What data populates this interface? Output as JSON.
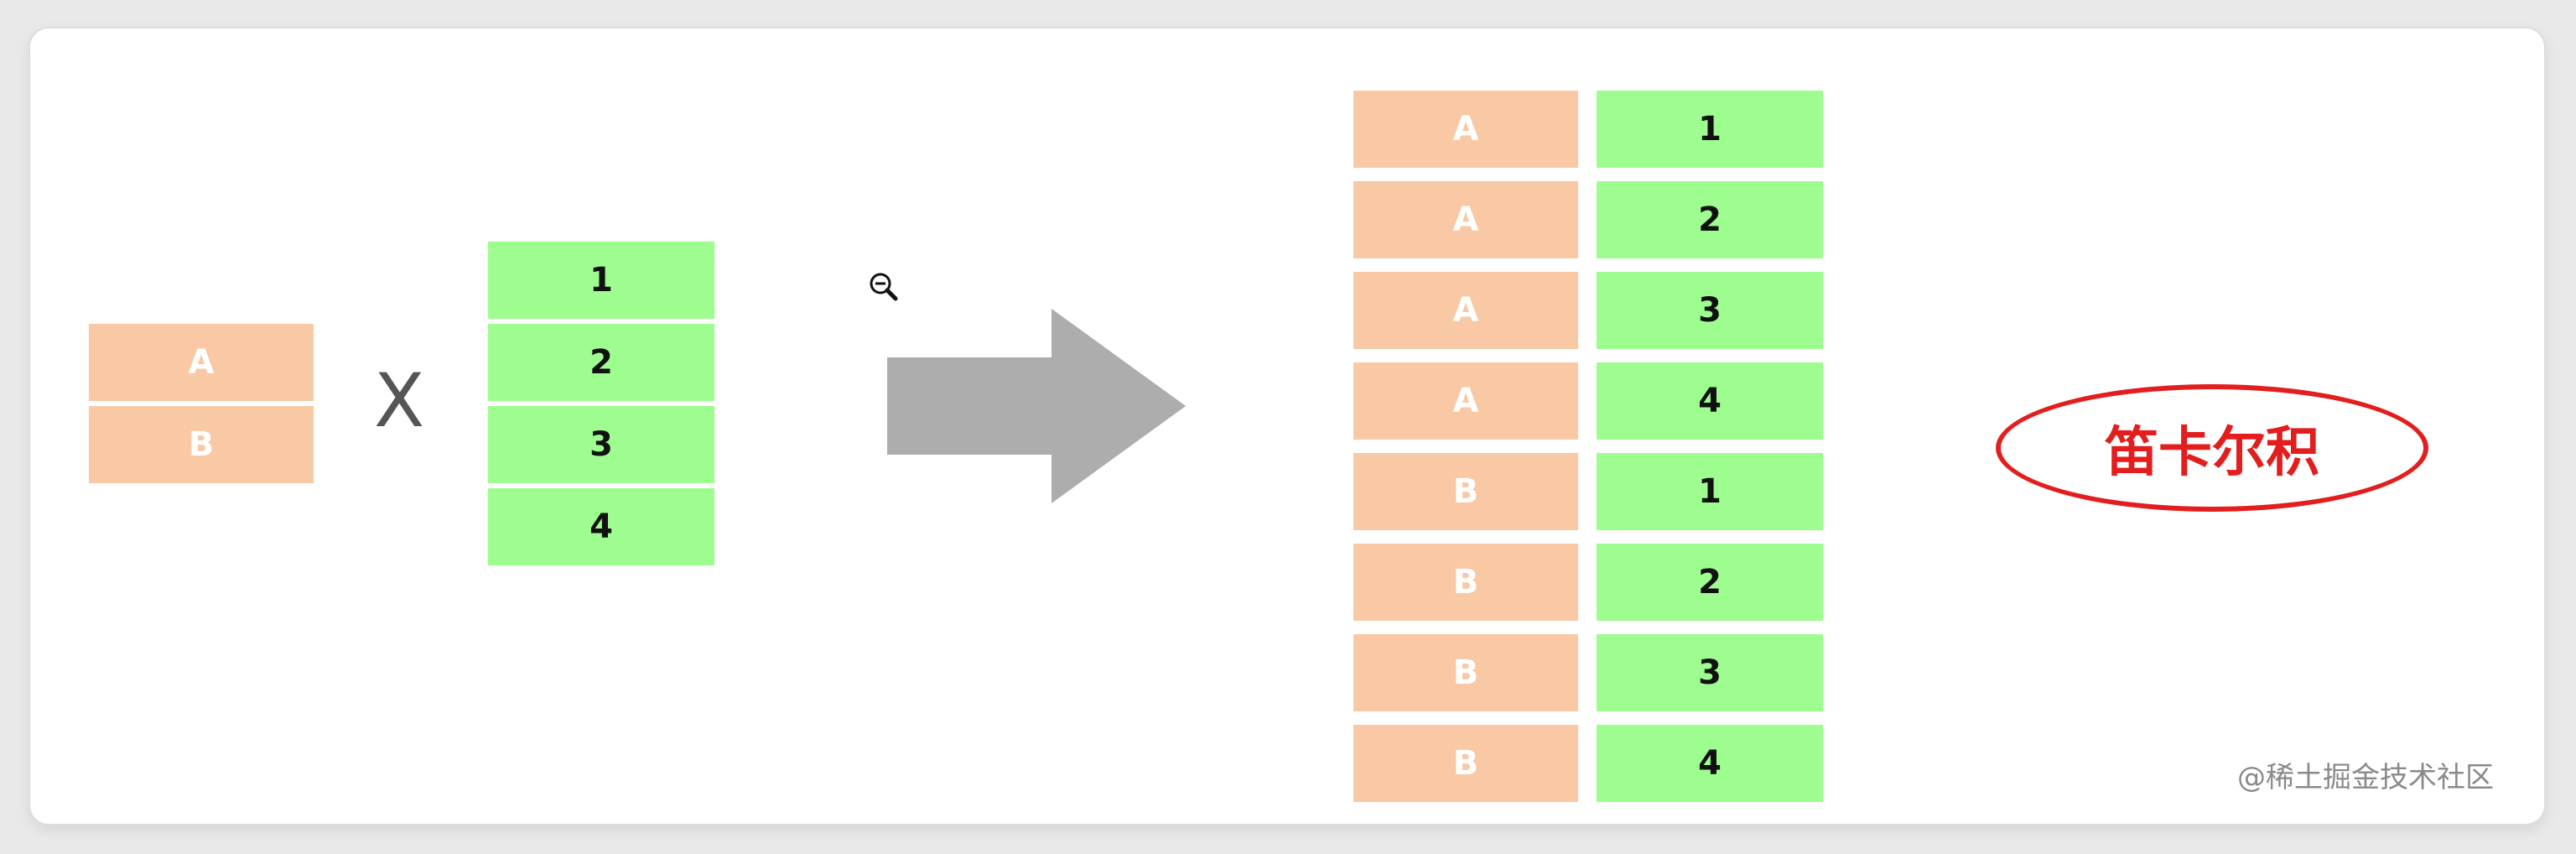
{
  "left_set": [
    "A",
    "B"
  ],
  "operator": "X",
  "right_set": [
    "1",
    "2",
    "3",
    "4"
  ],
  "result_pairs": [
    {
      "left": "A",
      "right": "1"
    },
    {
      "left": "A",
      "right": "2"
    },
    {
      "left": "A",
      "right": "3"
    },
    {
      "left": "A",
      "right": "4"
    },
    {
      "left": "B",
      "right": "1"
    },
    {
      "left": "B",
      "right": "2"
    },
    {
      "left": "B",
      "right": "3"
    },
    {
      "left": "B",
      "right": "4"
    }
  ],
  "result_label": "笛卡尔积",
  "watermark": "@稀土掘金技术社区",
  "icons": {
    "arrow": "right-arrow-icon",
    "cursor": "zoom-out-icon"
  },
  "colors": {
    "orange_cell": "#f8c9a4",
    "green_cell": "#9dfd8e",
    "arrow": "#adadad",
    "label_red": "#e21e1e"
  }
}
